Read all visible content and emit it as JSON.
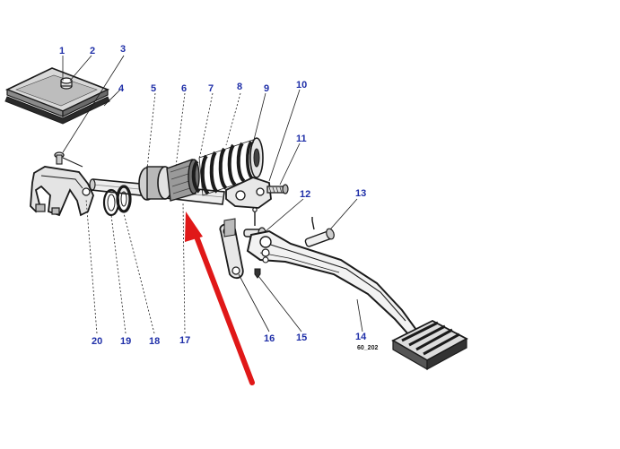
{
  "colors": {
    "label": "#1f2fa8",
    "ink": "#1c1c1c",
    "arrow": "#e01818",
    "background": "#ffffff"
  },
  "labels": [
    {
      "id": "p1",
      "text": "1"
    },
    {
      "id": "p2",
      "text": "2"
    },
    {
      "id": "p3",
      "text": "3"
    },
    {
      "id": "p4",
      "text": "4"
    },
    {
      "id": "p5",
      "text": "5"
    },
    {
      "id": "p6",
      "text": "6"
    },
    {
      "id": "p7",
      "text": "7"
    },
    {
      "id": "p8",
      "text": "8"
    },
    {
      "id": "p9",
      "text": "9"
    },
    {
      "id": "p10",
      "text": "10"
    },
    {
      "id": "p11",
      "text": "11"
    },
    {
      "id": "p12",
      "text": "12"
    },
    {
      "id": "p13",
      "text": "13"
    },
    {
      "id": "p14",
      "text": "14"
    },
    {
      "id": "p15",
      "text": "15"
    },
    {
      "id": "p16",
      "text": "16"
    },
    {
      "id": "p17",
      "text": "17"
    },
    {
      "id": "p18",
      "text": "18"
    },
    {
      "id": "p19",
      "text": "19"
    },
    {
      "id": "p20",
      "text": "20"
    }
  ],
  "drawing_ref": "60_202",
  "highlighted_part": "17"
}
